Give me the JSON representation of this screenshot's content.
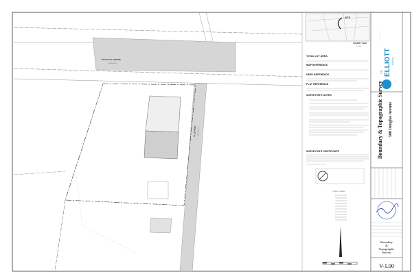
{
  "plan": {
    "road_name": "DOUGLAS AVENUE",
    "road_row": "(50' R.O.W.)",
    "alley_name": "ALLEYWAY",
    "alley_row": "(20' R.O.W.)"
  },
  "vicinity_map": {
    "site_label": "SITE",
    "title": "VICINITY MAP",
    "scale": "1\" = 500'"
  },
  "notes_panel": {
    "total_lot_area": "TOTAL LOT AREA",
    "map_reference": "MAP REFERENCE",
    "deed_reference": "DEED REFERENCE",
    "plat_reference": "PLAT REFERENCE",
    "surveyors_notes": "SURVEYOR'S NOTES",
    "surveyors_certificate": "SURVEYOR'S CERTIFICATE",
    "symbol_legend": "SYMBOL LEGEND"
  },
  "company": {
    "prefix": "CLINT",
    "name": "ELLIOTT",
    "suffix": "SURVEY"
  },
  "title_block": {
    "project_title": "Boundary & Topographic Survey",
    "address": "500 Douglas Avenue",
    "sheet_title_line1": "Boundary",
    "sheet_title_line2": "&",
    "sheet_title_line3": "Topographic",
    "sheet_title_line4": "Survey",
    "sheet_number": "V-1.00"
  },
  "colors": {
    "road_fill": "#d6d6d6",
    "company_blue": "#1d8fc9",
    "seal_blue": "#2a3b9c"
  }
}
